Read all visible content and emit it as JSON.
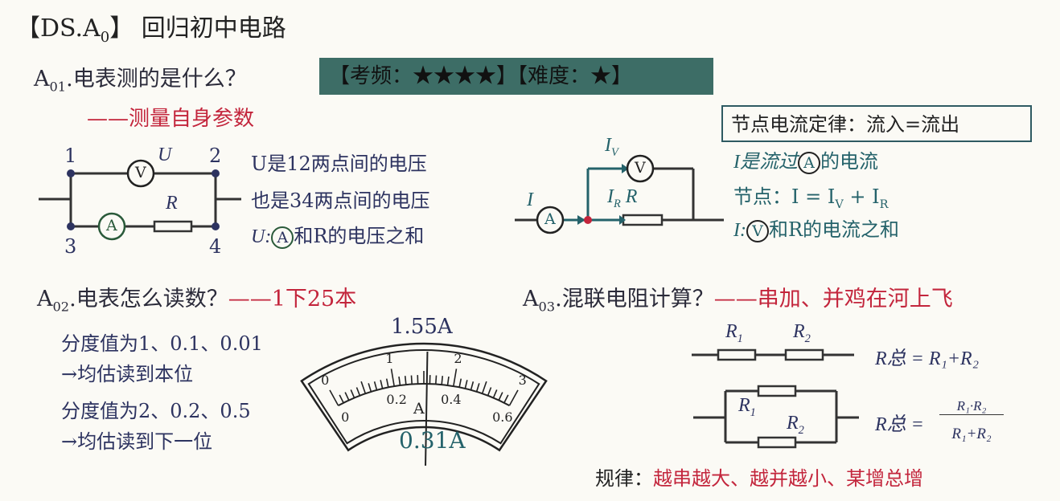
{
  "header": {
    "bracket_code": "【DS.A",
    "code_sub": "0",
    "bracket_close": "】",
    "title": "回归初中电路"
  },
  "a01": {
    "label": "A",
    "label_sub": "01",
    "question": ".电表测的是什么？",
    "banner": "【考频：★★★★】【难度：★】",
    "answer": "——测量自身参数",
    "circuit1": {
      "nodes": [
        "1",
        "2",
        "3",
        "4"
      ],
      "voltmeter": "V",
      "ammeter": "A",
      "u_label": "U",
      "r_label": "R"
    },
    "notes1": [
      "U是12两点间的电压",
      "也是34两点间的电压",
      "U:",
      "A",
      "和R的电压之和"
    ],
    "law_box": "节点电流定律：流入=流出",
    "circuit2": {
      "i": "I",
      "iv": "I",
      "iv_sub": "V",
      "ir": "I",
      "ir_sub": "R",
      "r": "R",
      "ammeter": "A",
      "voltmeter": "V"
    },
    "notes2": {
      "line1_a": "I是流过",
      "line1_meter": "A",
      "line1_b": "的电流",
      "line2": "节点：I = I",
      "line2_sub1": "V",
      "line2_mid": " + I",
      "line2_sub2": "R",
      "line3_a": "I:",
      "line3_meter": "V",
      "line3_b": "和R的电流之和"
    }
  },
  "a02": {
    "label": "A",
    "label_sub": "02",
    "question": ".电表怎么读数？",
    "answer": "——1下25本",
    "notes": [
      "分度值为1、0.1、0.01",
      "→均估读到本位",
      "分度值为2、0.2、0.5",
      "→均估读到下一位"
    ],
    "meter": {
      "reading_top": "1.55A",
      "reading_bottom": "0.31A",
      "unit": "A",
      "upper_scale": [
        "0",
        "1",
        "2",
        "3"
      ],
      "lower_scale": [
        "0",
        "0.2",
        "0.4",
        "0.6"
      ],
      "pointer_fraction": 0.517
    }
  },
  "a03": {
    "label": "A",
    "label_sub": "03",
    "question": ".混联电阻计算？",
    "answer": "——串加、并鸡在河上飞",
    "series": {
      "r1": "R",
      "r1_sub": "1",
      "r2": "R",
      "r2_sub": "2",
      "formula": "R总 = R₁+R₂"
    },
    "parallel": {
      "r1": "R",
      "r1_sub": "1",
      "r2": "R",
      "r2_sub": "2",
      "lhs": "R总 =",
      "num": "R₁·R₂",
      "den": "R₁+R₂"
    },
    "rule_label": "规律：",
    "rule": "越串越大、越并越小、某增总增"
  }
}
